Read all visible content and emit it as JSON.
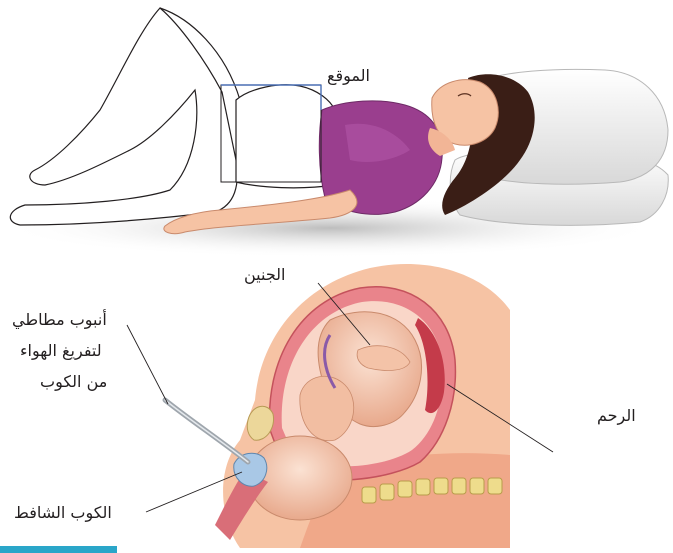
{
  "labels": {
    "location": "الموقع",
    "fetus": "الجنين",
    "tube_line1": "أنبوب مطاطي",
    "tube_line2": "لتفريغ  الهواء",
    "tube_line3": "من الكوب",
    "uterus": "الرحم",
    "suction_cup": "الكوب الشافط"
  },
  "colors": {
    "skin": "#f6c3a4",
    "shirt": "#9a3e8e",
    "hair": "#3a1e16",
    "uterus_wall": "#e9848b",
    "amniotic": "#f9d6c8",
    "cup": "#a9c8e6",
    "accent_bar": "#2aa6c9"
  }
}
